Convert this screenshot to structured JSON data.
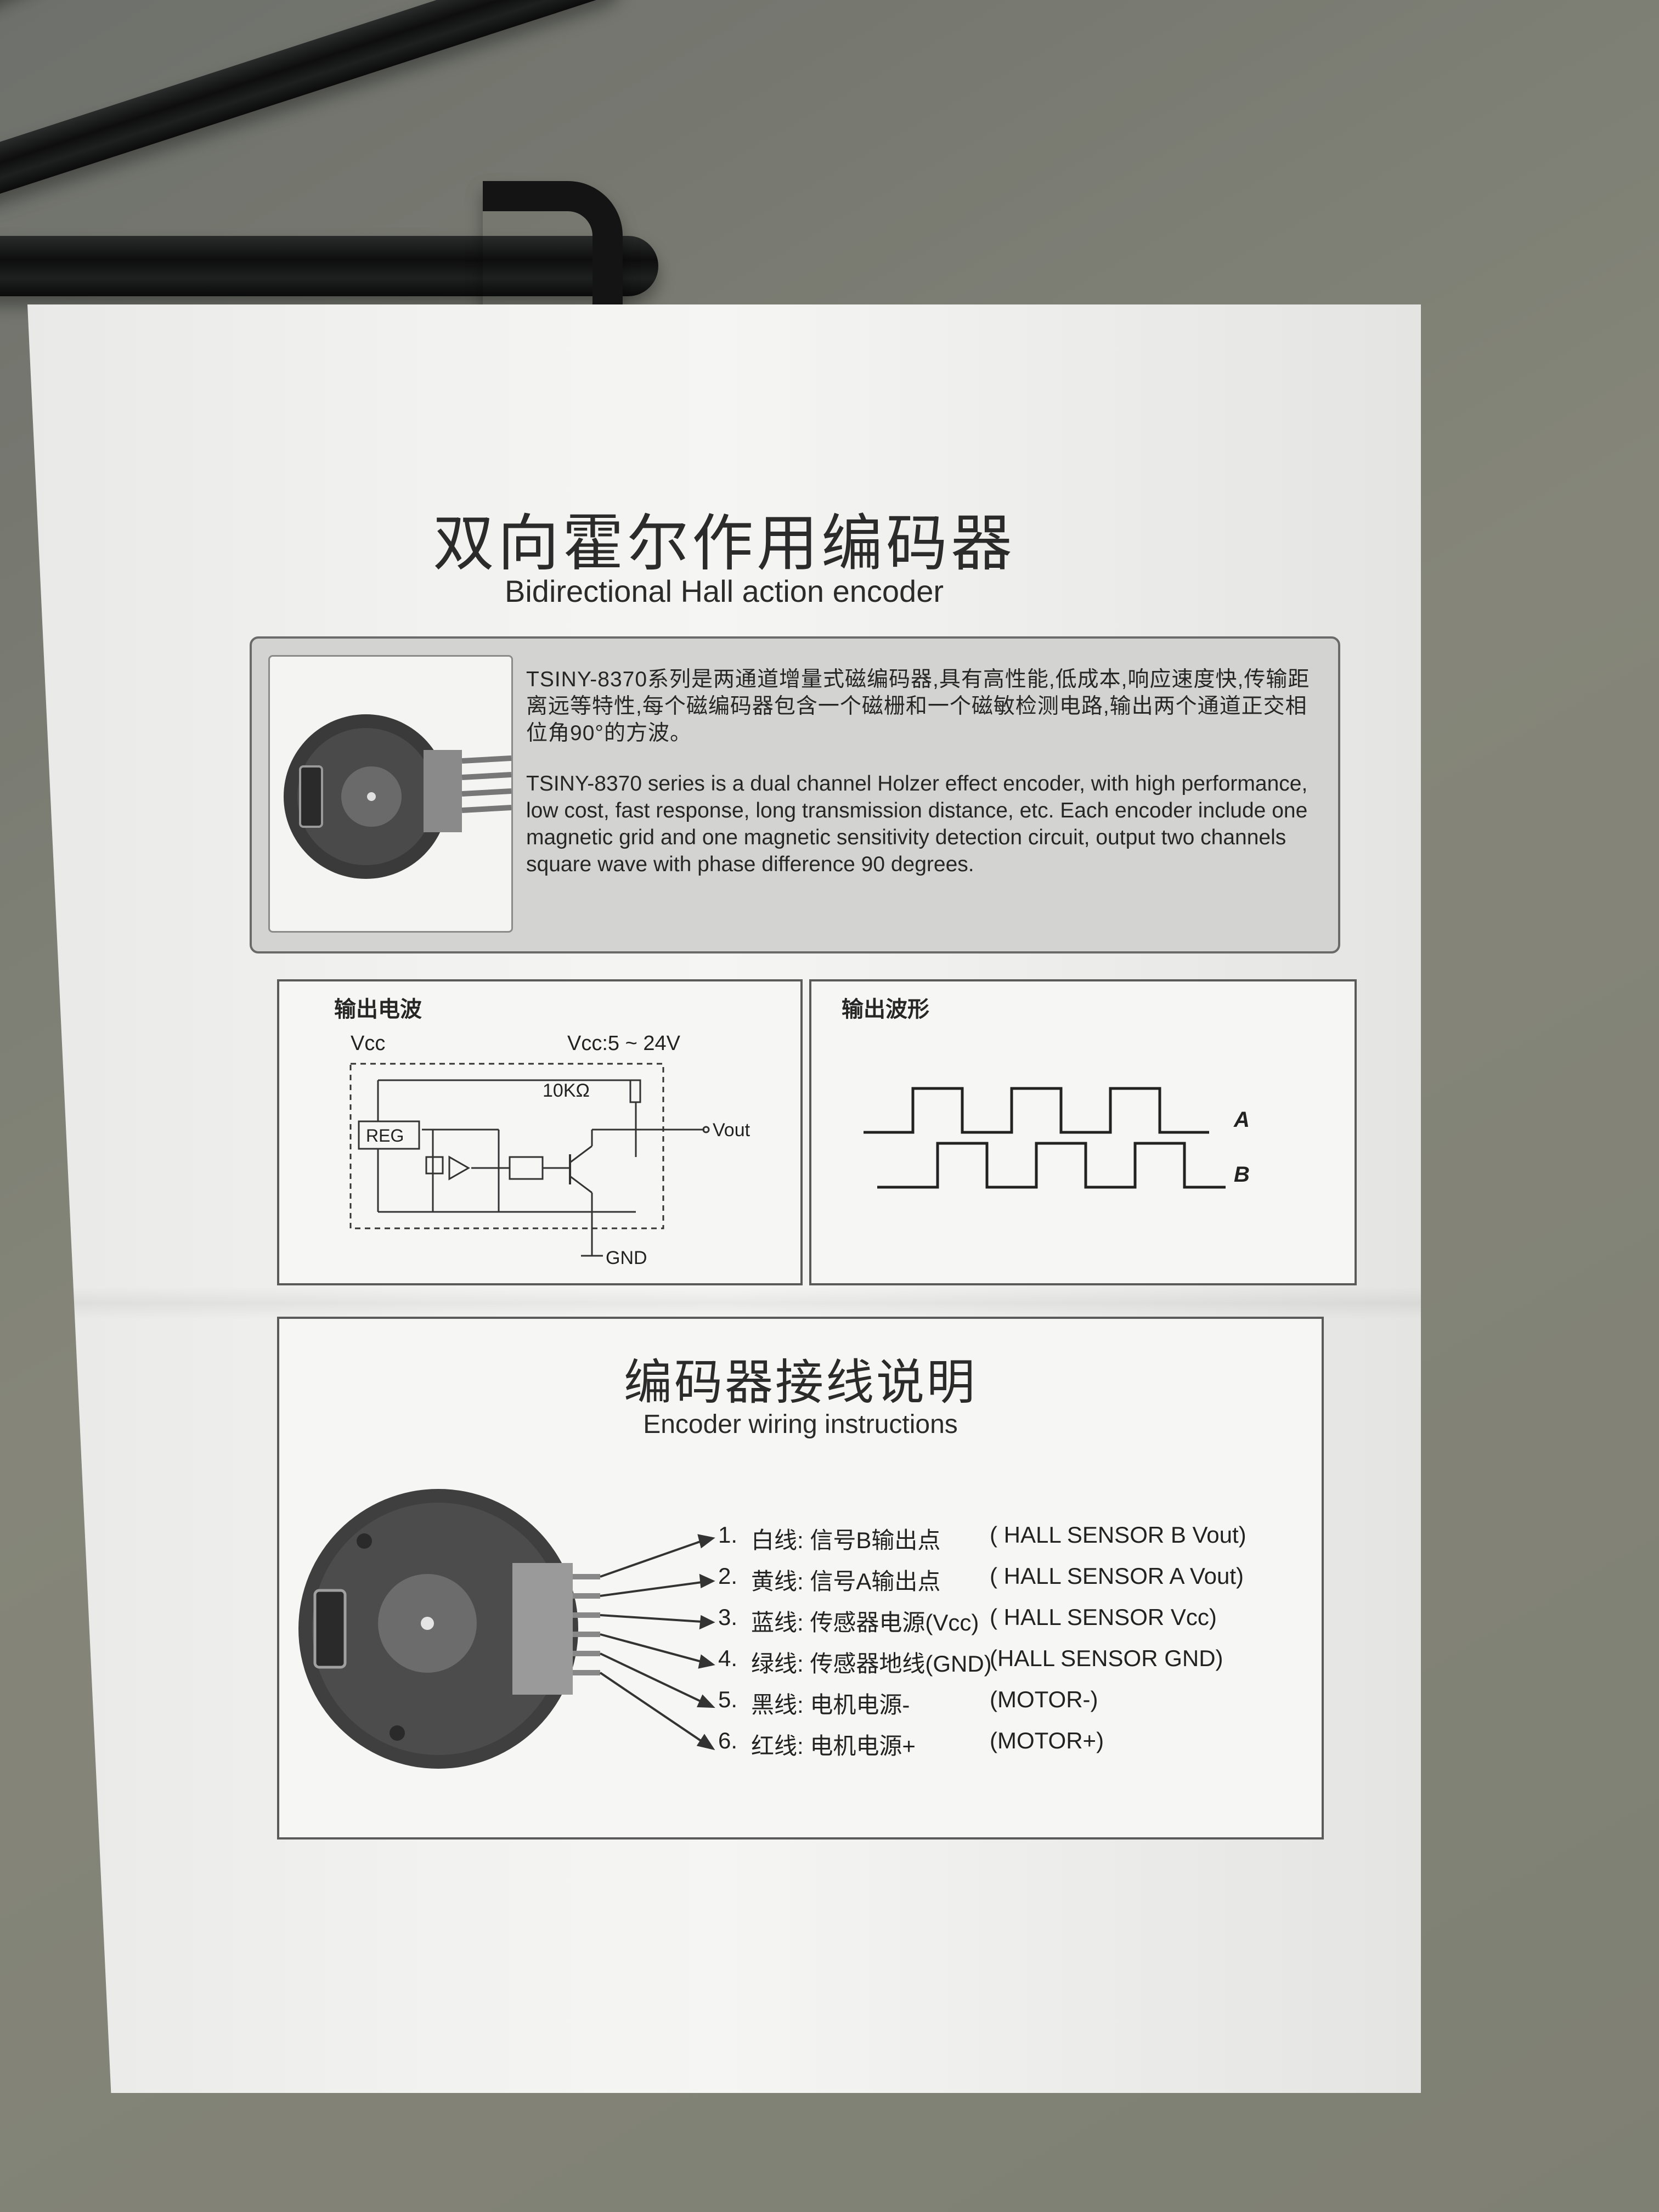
{
  "document": {
    "title_zh": "双向霍尔作用编码器",
    "title_en": "Bidirectional Hall action encoder",
    "intro": {
      "text_zh": "TSINY-8370系列是两通道增量式磁编码器,具有高性能,低成本,响应速度快,传输距离远等特性,每个磁编码器包含一个磁栅和一个磁敏检测电路,输出两个通道正交相位角90°的方波。",
      "text_en": "TSINY-8370 series is a dual channel Holzer effect encoder, with high performance, low cost, fast response, long transmission distance, etc. Each encoder include one magnetic grid and one magnetic sensitivity detection circuit, output two channels square wave with phase difference 90 degrees."
    },
    "circuit_panel": {
      "label": "输出电波",
      "vcc_label": "Vcc",
      "vcc_range": "Vcc:5 ~ 24V",
      "reg_label": "REG",
      "resistor_label": "10KΩ",
      "vout_label": "Vout",
      "gnd_label": "GND"
    },
    "waveform_panel": {
      "label": "输出波形",
      "channel_a": "A",
      "channel_b": "B"
    },
    "wiring": {
      "title_zh": "编码器接线说明",
      "title_en": "Encoder wiring instructions",
      "items": [
        {
          "no": "1.",
          "zh": "白线: 信号B输出点",
          "en": "( HALL SENSOR B Vout)"
        },
        {
          "no": "2.",
          "zh": "黄线: 信号A输出点",
          "en": "( HALL SENSOR A Vout)"
        },
        {
          "no": "3.",
          "zh": "蓝线: 传感器电源(Vcc)",
          "en": "( HALL SENSOR Vcc)"
        },
        {
          "no": "4.",
          "zh": "绿线: 传感器地线(GND)",
          "en": "(HALL SENSOR GND)"
        },
        {
          "no": "5.",
          "zh": "黑线: 电机电源-",
          "en": "(MOTOR-)"
        },
        {
          "no": "6.",
          "zh": "红线: 电机电源+",
          "en": "(MOTOR+)"
        }
      ]
    }
  }
}
